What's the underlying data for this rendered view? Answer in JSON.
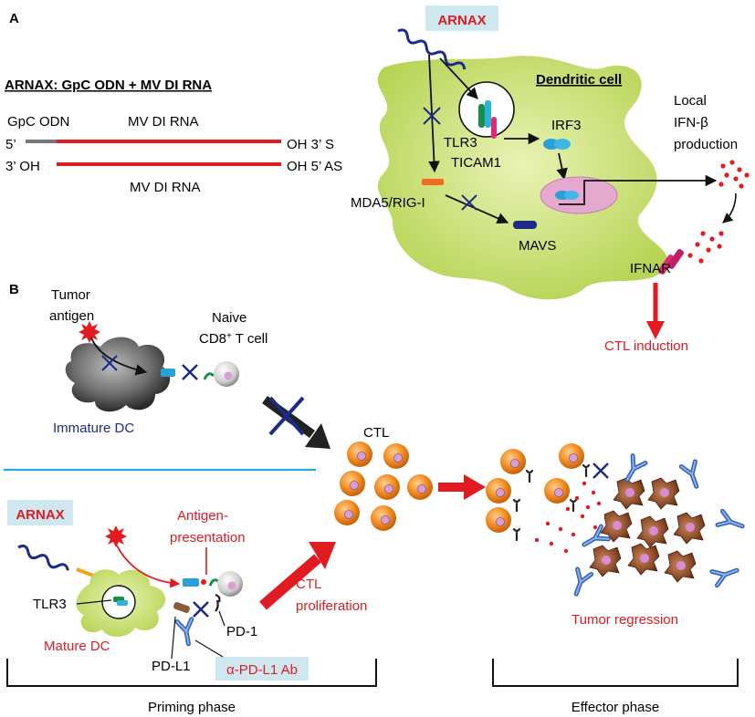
{
  "panel_a": {
    "label": "A",
    "arnax_badge": "ARNAX",
    "composition_title": "ARNAX: GpC ODN + MV DI RNA",
    "gpc_odn": "GpC ODN",
    "mv_di_rna_top": "MV DI RNA",
    "five_prime": "5’",
    "oh_3_s": "OH 3’ S",
    "three_oh": "3’ OH",
    "oh_5_as": "OH 5’ AS",
    "mv_di_rna_bottom": "MV DI RNA",
    "dendritic_cell": "Dendritic cell",
    "tlr3": "TLR3",
    "ticam1": "TICAM1",
    "irf3": "IRF3",
    "local": "Local",
    "ifn_beta": "IFN-β",
    "production": "production",
    "mda5": "MDA5/RIG-I",
    "mavs": "MAVS",
    "ifnar": "IFNAR",
    "ctl_induction": "CTL induction"
  },
  "panel_b": {
    "label": "B",
    "tumor": "Tumor",
    "antigen": "antigen",
    "naive": "Naive",
    "cd8_prefix": "CD8",
    "cd8_sup": "+",
    "cd8_suffix": " T cell",
    "immature_dc": "Immature DC",
    "ctl": "CTL",
    "arnax_badge": "ARNAX",
    "antigen_pres_1": "Antigen-",
    "antigen_pres_2": "presentation",
    "tlr3": "TLR3",
    "mature_dc": "Mature DC",
    "pd1": "PD-1",
    "pdl1": "PD-L1",
    "anti_pdl1": "α-PD-L1 Ab",
    "ctl_prolif_1": "CTL",
    "ctl_prolif_2": "proliferation",
    "tumor_regression": "Tumor regression",
    "priming_phase": "Priming phase",
    "effector_phase": "Effector phase"
  },
  "colors": {
    "red": "#e11b22",
    "navy": "#1c2a8a",
    "cell_green": "#c6de6a",
    "nucleus_pink": "#e5a9cf",
    "ctl_orange": "#f08a1f",
    "badge_blue": "#cfe8f0",
    "divider_blue": "#29a8e0"
  }
}
